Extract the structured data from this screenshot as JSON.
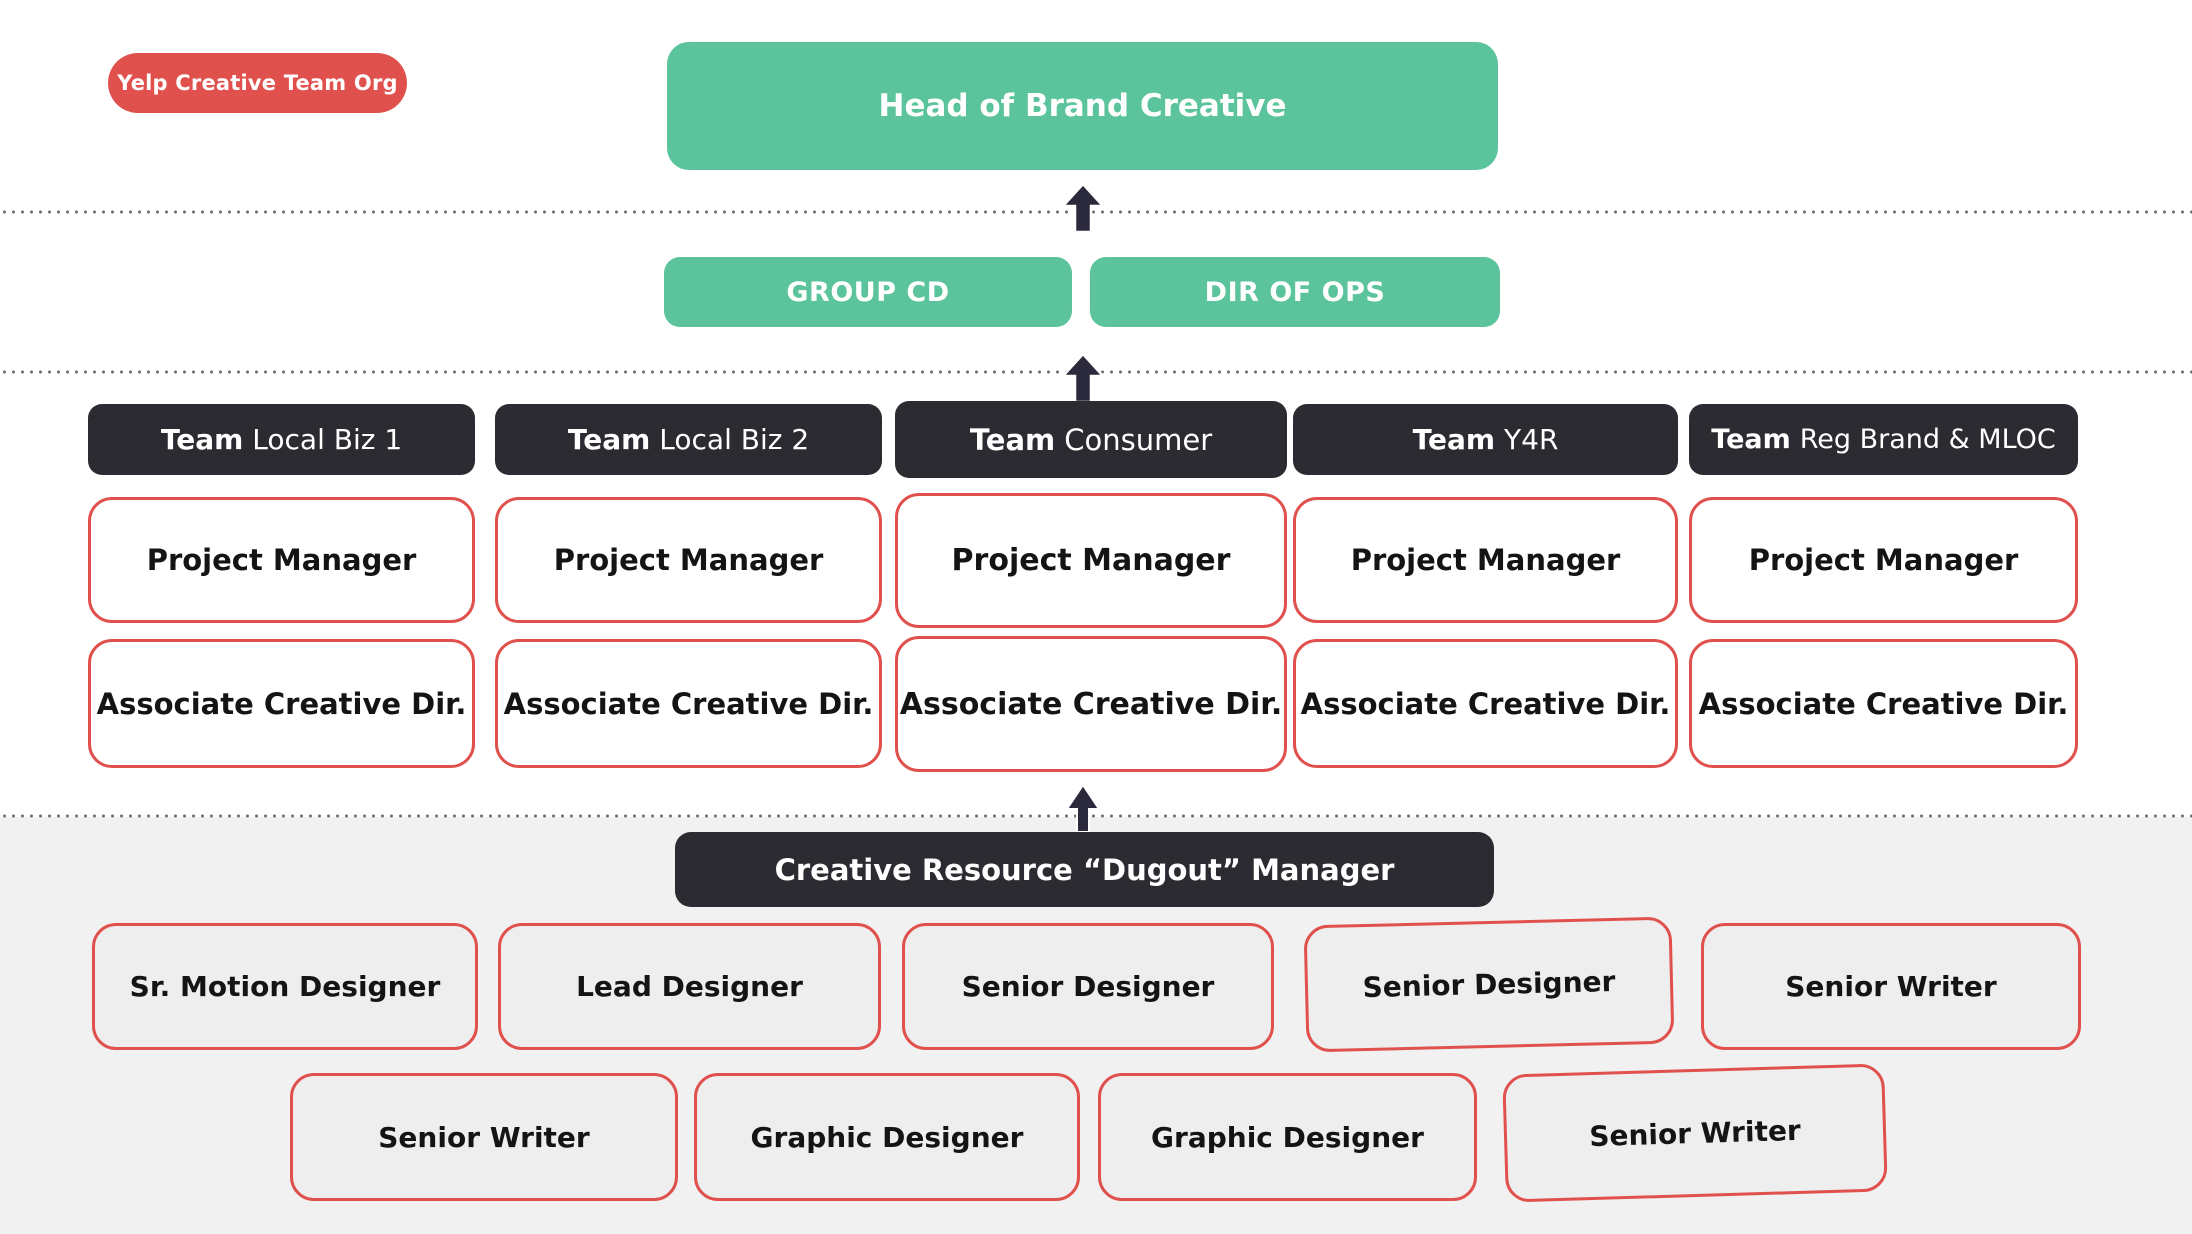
{
  "badge": {
    "label": "Yelp Creative Team Org"
  },
  "hierarchy": {
    "head": {
      "label": "Head of Brand Creative"
    },
    "leads": [
      {
        "label": "GROUP CD"
      },
      {
        "label": "DIR OF OPS"
      }
    ]
  },
  "columns": [
    {
      "team_prefix": "Team",
      "team_name": "Local Biz 1",
      "manager": "Project Manager",
      "director": "Associate Creative Dir."
    },
    {
      "team_prefix": "Team",
      "team_name": "Local Biz 2",
      "manager": "Project Manager",
      "director": "Associate Creative Dir."
    },
    {
      "team_prefix": "Team",
      "team_name": "Consumer",
      "manager": "Project Manager",
      "director": "Associate Creative Dir."
    },
    {
      "team_prefix": "Team",
      "team_name": "Y4R",
      "manager": "Project Manager",
      "director": "Associate Creative Dir."
    },
    {
      "team_prefix": "Team",
      "team_name": "Reg Brand & MLOC",
      "manager": "Project Manager",
      "director": "Associate Creative Dir."
    }
  ],
  "dugout": {
    "manager_label": "Creative Resource “Dugout” Manager",
    "row1": [
      "Sr. Motion Designer",
      "Lead Designer",
      "Senior Designer",
      "Senior Designer",
      "Senior Writer"
    ],
    "row2": [
      "Senior Writer",
      "Graphic Designer",
      "Graphic Designer",
      "Senior Writer"
    ]
  },
  "colors": {
    "green": "#5CC49C",
    "red": "#E0514E",
    "dark_box": "#2B2B31",
    "arrow_navy": "#2A2A3C",
    "gray_section_bg": "#F1F1F1",
    "gray_box_fill": "#EEEEEE",
    "dot_gray": "#6E6E6E"
  }
}
